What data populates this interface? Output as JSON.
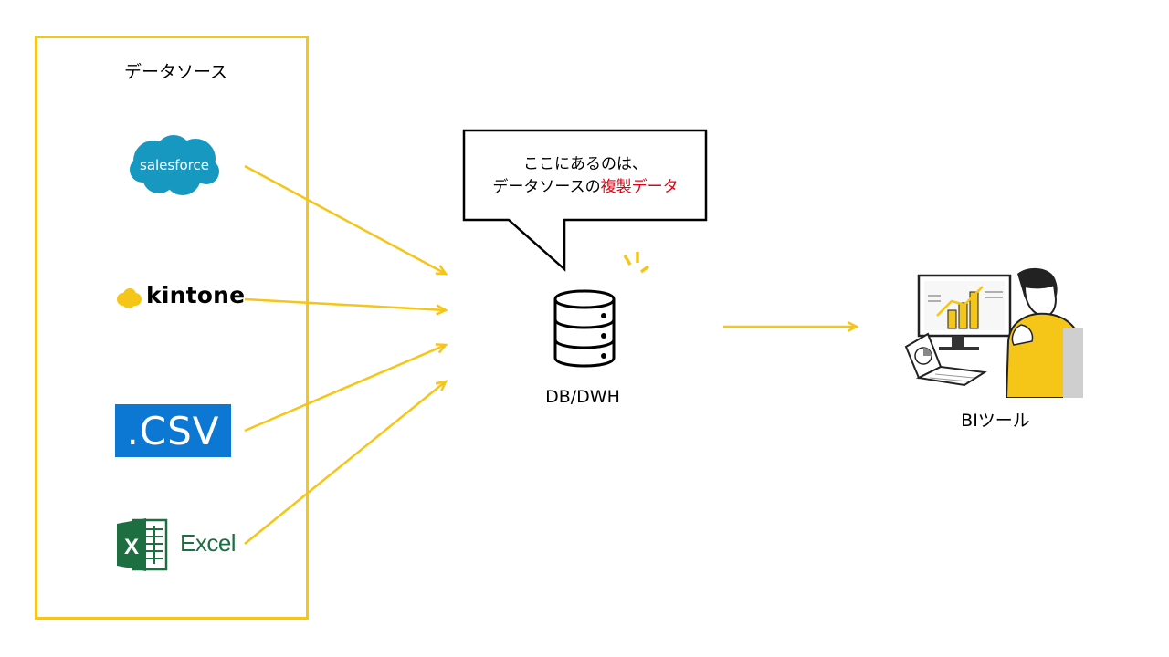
{
  "diagram": {
    "source_panel": {
      "title": "データソース"
    },
    "sources": [
      {
        "id": "salesforce",
        "label": "salesforce"
      },
      {
        "id": "kintone",
        "label": "kintone"
      },
      {
        "id": "csv",
        "label": ".CSV"
      },
      {
        "id": "excel",
        "label": "Excel",
        "icon_letter": "X"
      }
    ],
    "callout": {
      "line1": "ここにあるのは、",
      "line2_prefix": "データソースの",
      "line2_highlight": "複製データ"
    },
    "db": {
      "label": "DB/DWH"
    },
    "bi": {
      "label": "BIツール"
    },
    "colors": {
      "accent": "#F5C518",
      "highlight": "#E60012",
      "salesforce": "#1798C1",
      "csv": "#0C78D3",
      "excel": "#1D6F42"
    }
  }
}
